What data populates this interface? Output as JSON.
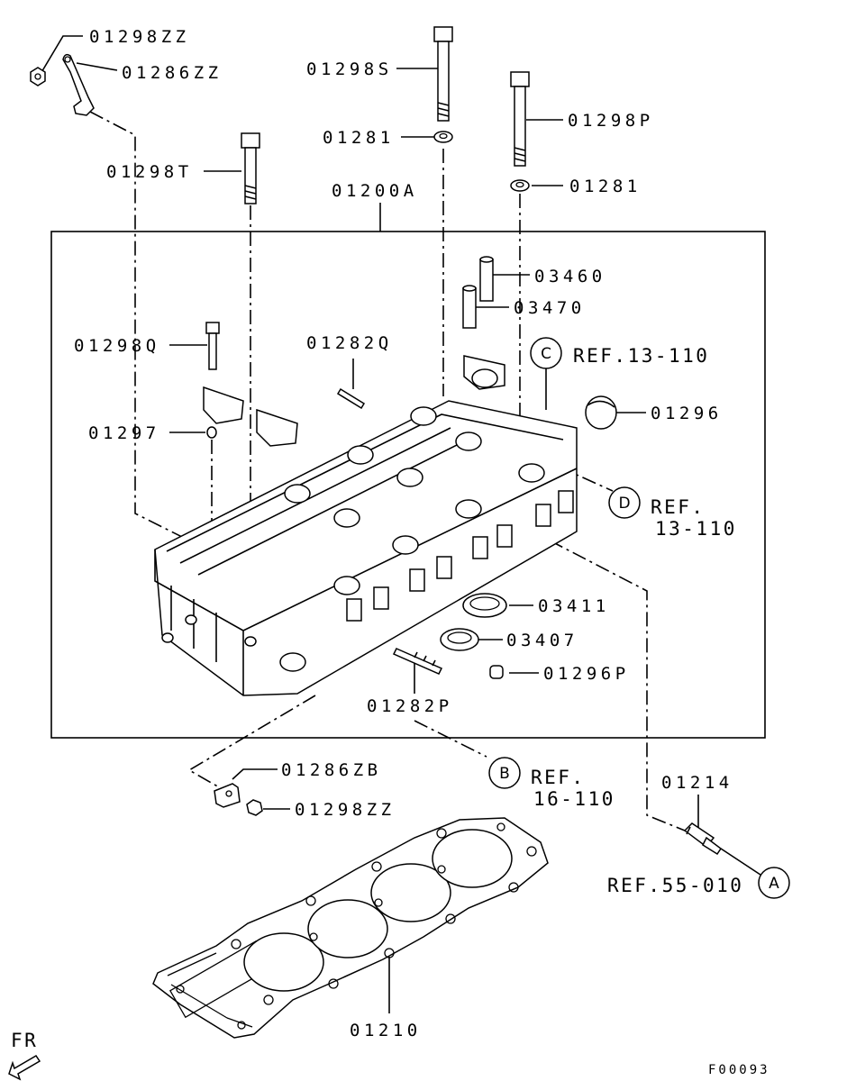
{
  "labels": {
    "p01298zz_top": "01298ZZ",
    "p01286zz": "01286ZZ",
    "p01298s": "01298S",
    "p01281_a": "01281",
    "p01298p": "01298P",
    "p01281_b": "01281",
    "p01298t": "01298T",
    "p01200a": "01200A",
    "p03460": "03460",
    "p03470": "03470",
    "p01298q": "01298Q",
    "p01282q": "01282Q",
    "p01297": "01297",
    "p01296": "01296",
    "p03411": "03411",
    "p03407": "03407",
    "p01296p": "01296P",
    "p01282p": "01282P",
    "p01286zb": "01286ZB",
    "p01298zz_bot": "01298ZZ",
    "p01214": "01214",
    "p01210": "01210"
  },
  "refs": {
    "c_text": "REF.13-110",
    "d_text_1": "REF.",
    "d_text_2": "13-110",
    "b_text_1": "REF.",
    "b_text_2": "16-110",
    "a_text": "REF.55-010"
  },
  "circle_letters": {
    "a": "A",
    "b": "B",
    "c": "C",
    "d": "D"
  },
  "direction_label": "FR",
  "figure_code": "F00093"
}
